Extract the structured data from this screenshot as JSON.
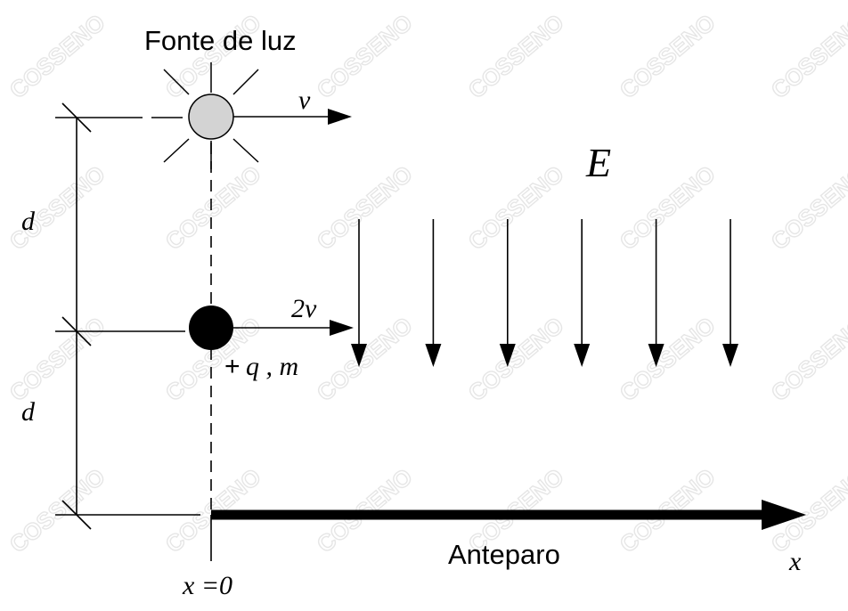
{
  "labels": {
    "source": "Fonte de luz",
    "velocity": "v",
    "field": "E",
    "distance_top": "d",
    "distance_bottom": "d",
    "particle_velocity": "2v",
    "particle_charge_sign": "+",
    "particle_charge": "q , m",
    "screen": "Anteparo",
    "axis_x": "x",
    "origin": "x =0"
  },
  "watermark": {
    "text": "COSSENO",
    "color": "#e6e6e6"
  },
  "colors": {
    "ink": "#000000",
    "source_fill": "#d3d3d3"
  },
  "field_arrow_count": 6
}
